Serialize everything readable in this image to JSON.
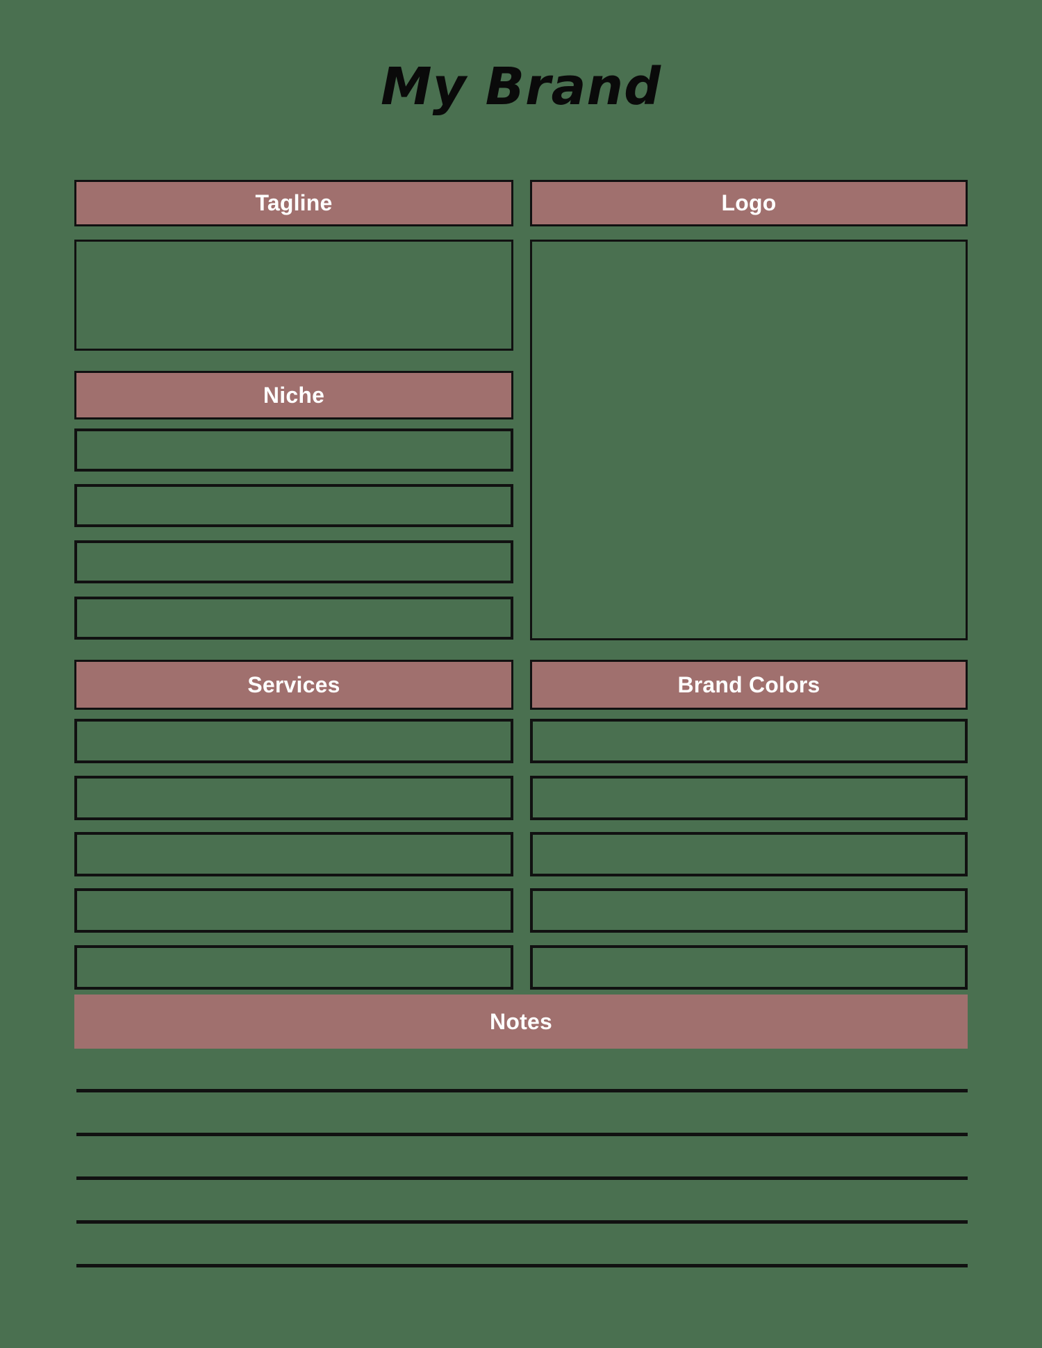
{
  "page": {
    "title": "My Brand",
    "background_color": "#4a7050",
    "header_color": "#a0706e",
    "line_color": "#111111",
    "header_text_color": "#ffffff"
  },
  "sections": {
    "tagline": {
      "label": "Tagline",
      "rows": [
        ""
      ]
    },
    "logo": {
      "label": "Logo",
      "rows": [
        ""
      ]
    },
    "niche": {
      "label": "Niche",
      "rows": [
        "",
        "",
        "",
        ""
      ]
    },
    "services": {
      "label": "Services",
      "rows": [
        "",
        "",
        "",
        "",
        ""
      ]
    },
    "brand_colors": {
      "label": "Brand Colors",
      "rows": [
        "",
        "",
        "",
        "",
        ""
      ]
    },
    "notes": {
      "label": "Notes",
      "lines": [
        "",
        "",
        "",
        "",
        ""
      ]
    }
  }
}
